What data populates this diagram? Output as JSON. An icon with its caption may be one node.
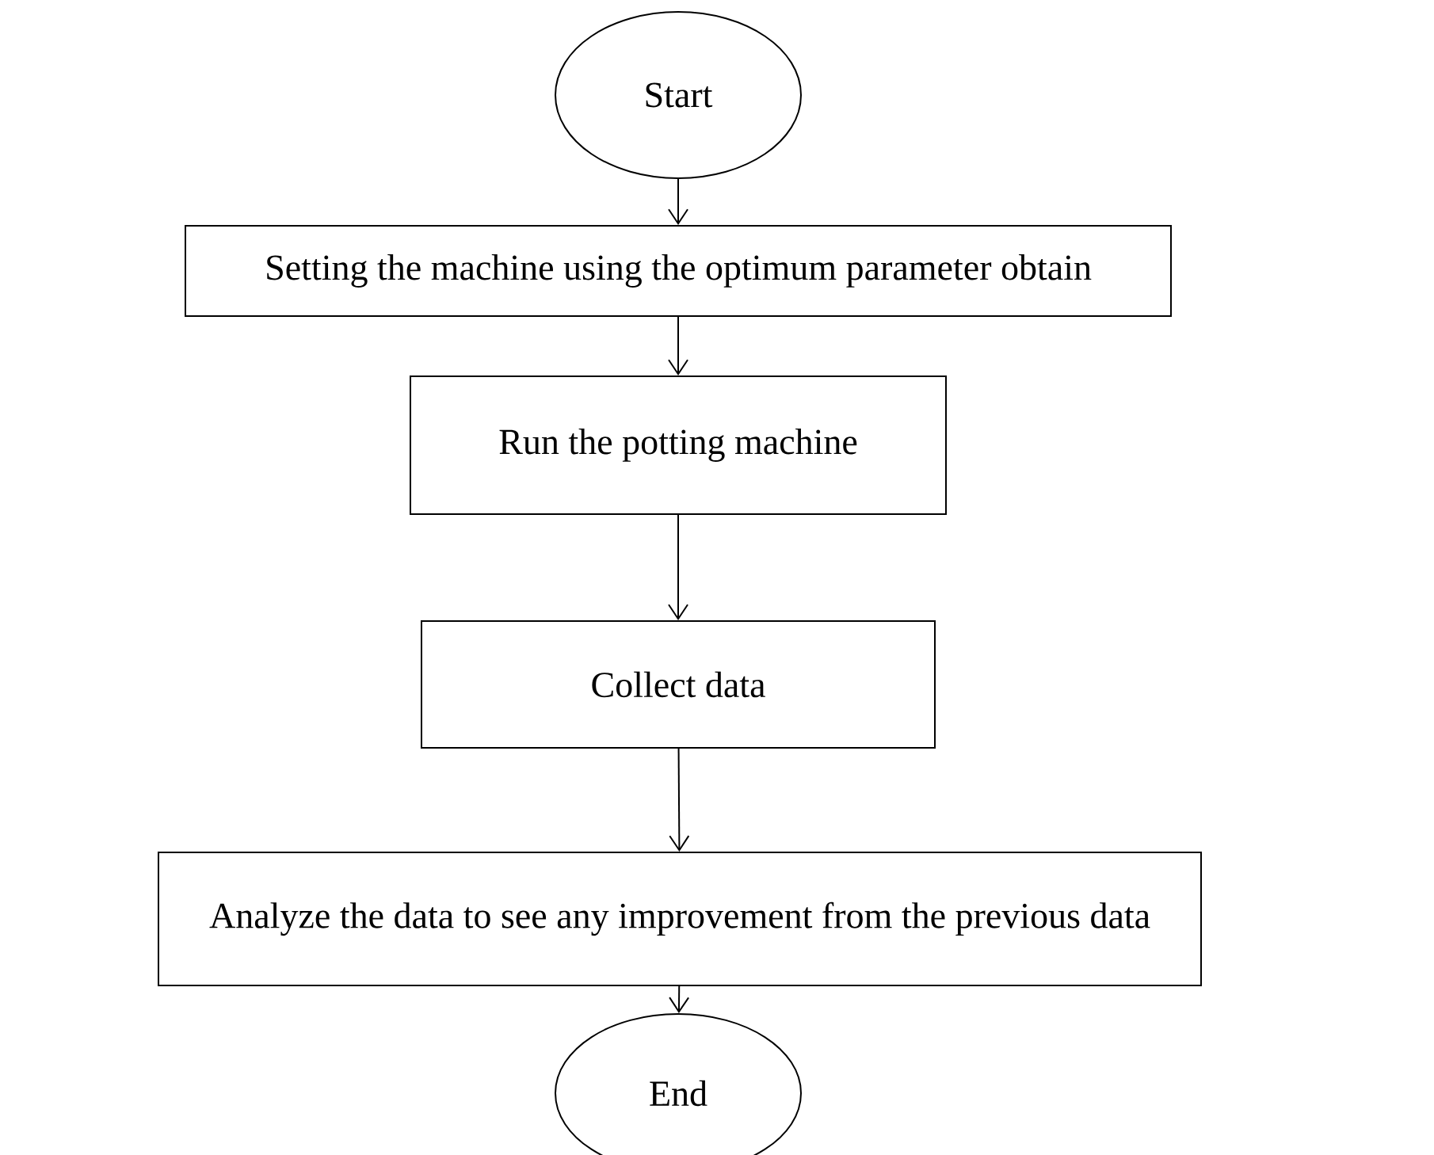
{
  "diagram": {
    "nodes": [
      {
        "text": [
          "Start"
        ]
      },
      {
        "text": [
          "Setting the machine using the optimum parameter obtain"
        ]
      },
      {
        "text": [
          "Run the potting machine"
        ]
      },
      {
        "text": [
          "Collect data"
        ]
      },
      {
        "text": [
          "Analyze the data to see any improvement from the previous data"
        ]
      },
      {
        "text": [
          "End"
        ]
      }
    ],
    "edges": [
      {
        "from": 0,
        "to": 1,
        "arrow": "to"
      },
      {
        "from": 1,
        "to": 2,
        "arrow": "to"
      },
      {
        "from": 2,
        "to": 3,
        "arrow": "to"
      },
      {
        "from": 3,
        "to": 4,
        "arrow": "to"
      },
      {
        "from": 4,
        "to": 5,
        "arrow": "to"
      }
    ]
  }
}
